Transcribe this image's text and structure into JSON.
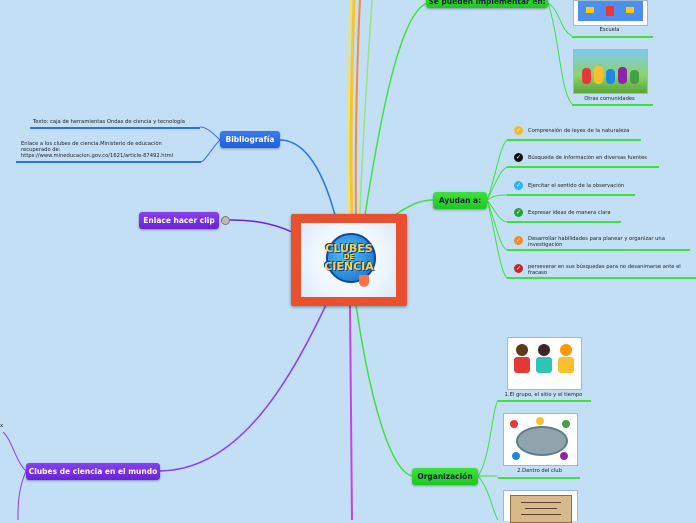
{
  "central": {
    "title_line1": "CLUBES",
    "title_line2": "DE",
    "title_line3": "CIENCIA"
  },
  "top_branch": {
    "label": "Se pueden implementar en:"
  },
  "places": [
    {
      "caption": "Escuela",
      "icon": "school-icon"
    },
    {
      "caption": "Otras comunidades",
      "icon": "community-icon"
    }
  ],
  "bibliografia": {
    "label": "Bibliografía",
    "items": [
      "Texto: caja de herramientas Ondas de ciencia y tecnología",
      "Enlace a los clubes de ciencia.Ministerio de educación recuperado de:",
      "https://www.mineducacion.gov.co/1621/article-87492.html"
    ]
  },
  "enlace": {
    "label": "Enlace hacer clip"
  },
  "ayudan": {
    "label": "Ayudan a:",
    "items": [
      {
        "text": "Comprensión de leyes de la naturaleza",
        "color": "#f5b82e"
      },
      {
        "text": "Búsqueda de información en diversas fuentes",
        "color": "#111111"
      },
      {
        "text": "Ejercitar el sentido de la observación",
        "color": "#29b6f6"
      },
      {
        "text": "Expresar ideas de manera clara",
        "color": "#2e9e3e"
      },
      {
        "text": "Desarrollar habilidades para planear y organizar una investigación",
        "color": "#f08a24"
      },
      {
        "text": "perseverar en sus búsquedas para no desanimarse ante el fracaso",
        "color": "#c62828"
      }
    ]
  },
  "organizacion": {
    "label": "Organización",
    "items": [
      {
        "caption": "1.El grupo, el sitio y el tiempo",
        "icon": "kids-icon"
      },
      {
        "caption": "2.Dentro del club",
        "icon": "meeting-icon"
      },
      {
        "caption": "",
        "icon": "notebook-icon"
      }
    ]
  },
  "mundo": {
    "label": "Clubes de ciencia en el mundo",
    "stub": "x"
  },
  "colors": {
    "background": "#c3dff6",
    "green_line": "#3ee23e",
    "blue_line": "#2f6fe8",
    "purple_line": "#8a3ef2",
    "magenta_line": "#c740e8",
    "center_frame": "#e8502f"
  }
}
